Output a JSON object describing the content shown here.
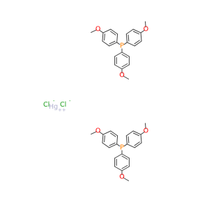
{
  "structure": {
    "ions": [
      {
        "symbol": "Cl",
        "charge": "-"
      },
      {
        "symbol": "Hg",
        "charge": "++"
      },
      {
        "symbol": "Cl",
        "charge": "-"
      }
    ],
    "ligands": [
      {
        "center": "P",
        "substituent_oxygen": "O",
        "substituent_count": 3
      },
      {
        "center": "P",
        "substituent_oxygen": "O",
        "substituent_count": 3
      }
    ]
  },
  "colors": {
    "bond": "#404040",
    "carbon_text": "#404040",
    "oxygen": "#ff0000",
    "phosphorus": "#ff8000",
    "chlorine": "#1fa01f",
    "mercury": "#b0b0d0"
  }
}
